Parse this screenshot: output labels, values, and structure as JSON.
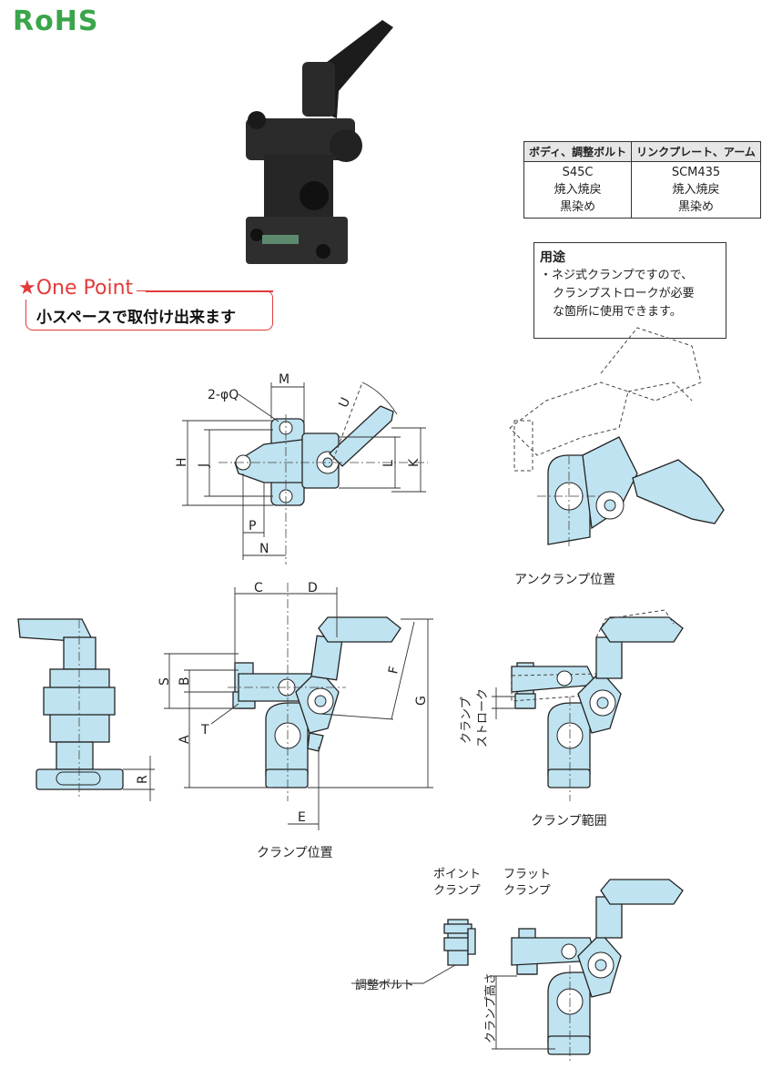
{
  "logo": {
    "text": "RoHS",
    "color": "#3aa54a"
  },
  "material_table": {
    "headers": [
      "ボディ、調整ボルト",
      "リンクプレート、アーム"
    ],
    "cells": [
      [
        "S45C",
        "焼入焼戻",
        "黒染め"
      ],
      [
        "SCM435",
        "焼入焼戻",
        "黒染め"
      ]
    ]
  },
  "usage": {
    "title": "用途",
    "lines": [
      "・ネジ式クランプですので、",
      "クランプストロークが必要",
      "な箇所に使用できます。"
    ]
  },
  "one_point": {
    "title": "★One Point",
    "text": "小スペースで取付け出来ます",
    "color": "#e23b3b"
  },
  "top_view": {
    "labels": {
      "q": "2-φQ",
      "m": "M",
      "u": "U",
      "h": "H",
      "j": "J",
      "l": "L",
      "k": "K",
      "p": "P",
      "n": "N"
    }
  },
  "front_view": {
    "labels": {
      "c": "C",
      "d": "D",
      "s": "S",
      "b": "B",
      "a": "A",
      "t": "T",
      "f": "F",
      "g": "G",
      "e": "E",
      "r": "R"
    },
    "caption": "クランプ位置"
  },
  "unclamp_view": {
    "caption": "アンクランプ位置"
  },
  "range_view": {
    "caption": "クランプ範囲",
    "stroke_label": [
      "クランプ",
      "ストローク"
    ]
  },
  "bolt_view": {
    "point_label": [
      "ポイント",
      "クランプ"
    ],
    "flat_label": [
      "フラット",
      "クランプ"
    ],
    "bolt_label": "調整ボルト",
    "height_label": "クランプ高さ"
  },
  "colors": {
    "part_fill": "#bfe3f0",
    "accent": "#e23b3b",
    "logo": "#3aa54a"
  }
}
